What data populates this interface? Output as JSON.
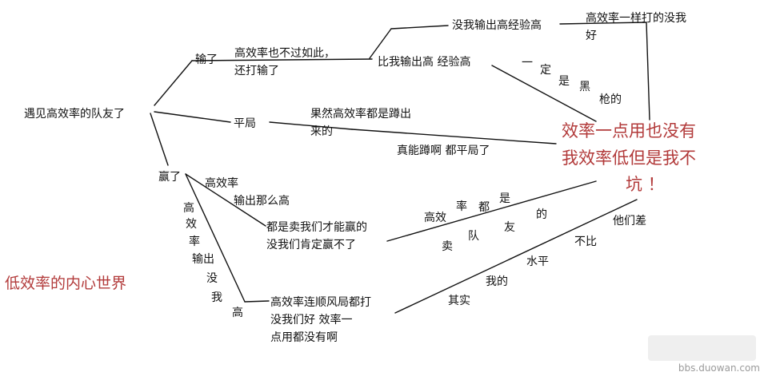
{
  "nodes": {
    "root": "遇见高效率的队友了",
    "lose": "输了",
    "lose_thought_1": "高效率也不过如此，",
    "lose_thought_2": "还打输了",
    "lose_comp": "比我输出高  经验高",
    "lose_upper": "没我输出高经验高",
    "same_bad_1": "高效率一样打的没我",
    "same_bad_2": "好",
    "diag_1": "一",
    "diag_2": "定",
    "diag_3": "是",
    "diag_4": "黑",
    "diag_5": "枪的",
    "draw": "平局",
    "draw_thought_1": "果然高效率都是蹲出",
    "draw_thought_2": "来的",
    "draw_squat": "真能蹲啊  都平局了",
    "win": "赢了",
    "win_high": "高效率",
    "win_output": "输出那么高",
    "win_sell_1": "都是卖我们才能赢的",
    "win_sell_2": "没我们肯定赢不了",
    "vert_1": "高",
    "vert_2": "效",
    "vert_3": "率",
    "vert_4": "输出",
    "vert_5": "没",
    "vert_6": "我",
    "vert_7": "高",
    "carry_1": "高效率连顺风局都打",
    "carry_2": "没我们好  效率一",
    "carry_3": "点用都没有啊",
    "team_1": "高效",
    "team_2": "率",
    "team_3": "都",
    "team_4": "是",
    "team_5": "的",
    "team_6": "友",
    "team_7": "队",
    "team_8": "卖",
    "skill_1": "他们差",
    "skill_2": "不比",
    "skill_3": "水平",
    "skill_4": "我的",
    "skill_5": "其实",
    "useless_1": "效率一点用也没有",
    "useless_2": "我效率低但是我不",
    "useless_3": "坑  ！",
    "title": "低效率的内心世界"
  },
  "watermark": "bbs.duowan.com",
  "colors": {
    "line": "#111111",
    "accent_text": "#b23a3a",
    "watermark": "#9a9a9a"
  }
}
